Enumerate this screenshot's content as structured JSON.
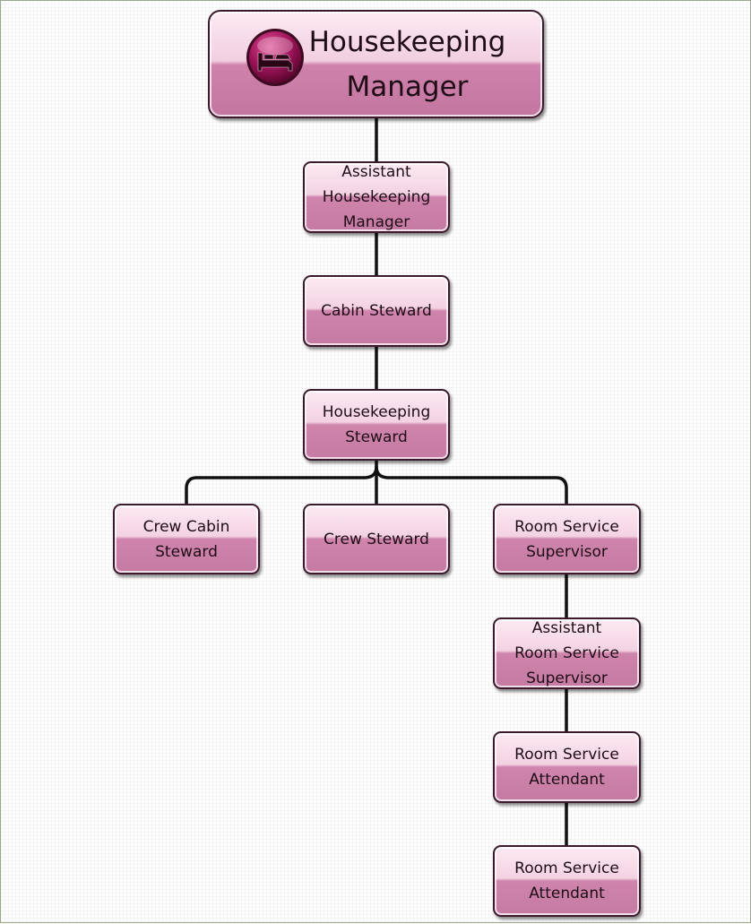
{
  "diagram": {
    "nodes": [
      {
        "id": "housekeeping-manager",
        "label": "Housekeeping\nManager"
      },
      {
        "id": "assistant-housekeeping-manager",
        "label": "Assistant\nHousekeeping\nManager"
      },
      {
        "id": "cabin-steward",
        "label": "Cabin Steward"
      },
      {
        "id": "housekeeping-steward",
        "label": "Housekeeping\nSteward"
      },
      {
        "id": "crew-cabin-steward",
        "label": "Crew Cabin\nSteward"
      },
      {
        "id": "crew-steward",
        "label": "Crew Steward"
      },
      {
        "id": "room-service-supervisor",
        "label": "Room Service\nSupervisor"
      },
      {
        "id": "assistant-room-service-supervisor",
        "label": "Assistant\nRoom Service\nSupervisor"
      },
      {
        "id": "room-service-attendant-1",
        "label": "Room Service\nAttendant"
      },
      {
        "id": "room-service-attendant-2",
        "label": "Room Service\nAttendant"
      }
    ],
    "edges": [
      [
        "housekeeping-manager",
        "assistant-housekeeping-manager"
      ],
      [
        "assistant-housekeeping-manager",
        "cabin-steward"
      ],
      [
        "cabin-steward",
        "housekeeping-steward"
      ],
      [
        "housekeeping-steward",
        "crew-cabin-steward"
      ],
      [
        "housekeeping-steward",
        "crew-steward"
      ],
      [
        "housekeeping-steward",
        "room-service-supervisor"
      ],
      [
        "room-service-supervisor",
        "assistant-room-service-supervisor"
      ],
      [
        "assistant-room-service-supervisor",
        "room-service-attendant-1"
      ],
      [
        "room-service-attendant-1",
        "room-service-attendant-2"
      ]
    ],
    "colors": {
      "box_light": "#f3d2e2",
      "box_dark": "#c57aa2",
      "box_border": "#3a1a2c",
      "connector": "#111111",
      "icon": "#a3155c"
    },
    "icons": {
      "manager_badge": "bed-icon"
    }
  }
}
